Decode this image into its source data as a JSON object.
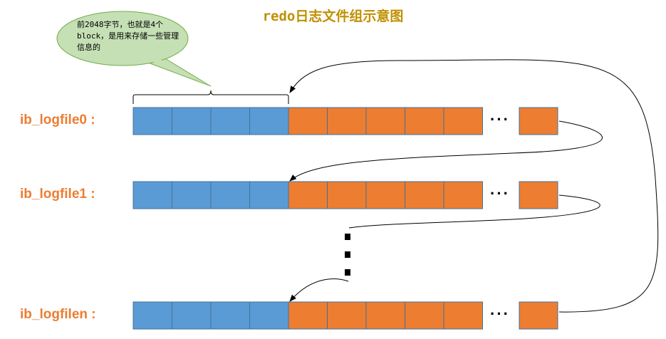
{
  "title": "redo日志文件组示意图",
  "callout": "前2048字节，也就是4个block，是用来存储一些管理信息的",
  "ellipsis": "···",
  "files": [
    {
      "label": "ib_logfile0 :"
    },
    {
      "label": "ib_logfile1 :"
    },
    {
      "label": "ib_logfilen :"
    }
  ],
  "colors": {
    "title": "#c09000",
    "label": "#ed7d31",
    "header_block": "#5b9bd5",
    "data_block": "#ed7d31",
    "block_border": "#41719c",
    "callout_fill": "#c5e0b4",
    "callout_border": "#70ad47"
  }
}
